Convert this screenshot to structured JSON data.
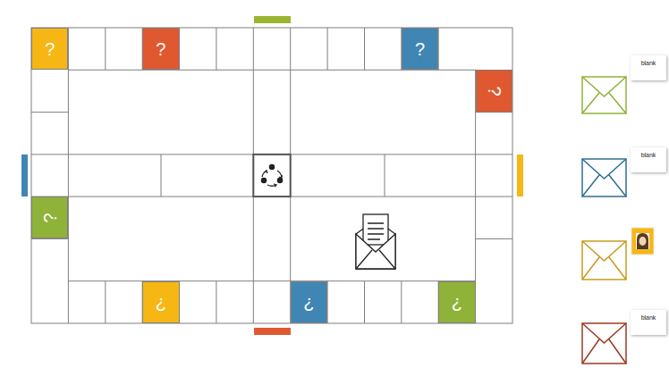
{
  "diagram": {
    "nodes": [
      {
        "text": [
          "?"
        ]
      },
      {
        "text": [
          "?"
        ]
      },
      {
        "text": [
          "?"
        ]
      },
      {
        "text": [
          "?"
        ]
      },
      {
        "text": [
          "?"
        ]
      },
      {
        "text": [
          "¿"
        ]
      },
      {
        "text": [
          "¿"
        ]
      },
      {
        "text": [
          "¿"
        ]
      },
      {
        "text": [
          "blank"
        ]
      },
      {
        "text": [
          "blank"
        ]
      },
      {
        "text": [
          "blank"
        ]
      }
    ]
  }
}
